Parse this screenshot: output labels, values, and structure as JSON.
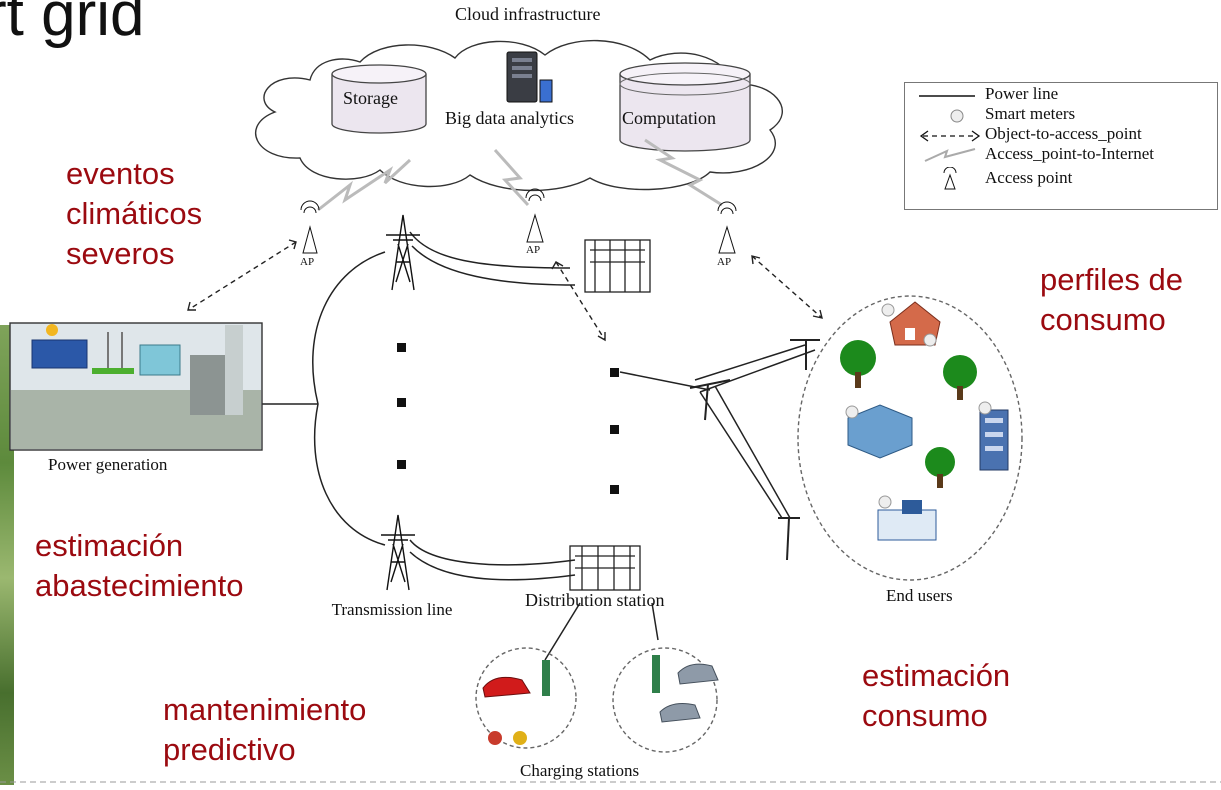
{
  "title_fragment": "rt grid",
  "cloud": {
    "title": "Cloud infrastructure",
    "storage": "Storage",
    "analytics": "Big data analytics",
    "computation": "Computation"
  },
  "legend": {
    "items": [
      {
        "symbol": "line",
        "label": "Power line"
      },
      {
        "symbol": "meter",
        "label": "Smart meters"
      },
      {
        "symbol": "dashed-arrow",
        "label": "Object-to-access_point"
      },
      {
        "symbol": "zigzag",
        "label": "Access_point-to-Internet"
      },
      {
        "symbol": "ap",
        "label": "Access point"
      }
    ]
  },
  "ap_label": "AP",
  "nodes": {
    "power_generation": "Power generation",
    "transmission_line": "Transmission line",
    "distribution_station": "Distribution station",
    "end_users": "End users",
    "charging_stations": "Charging stations"
  },
  "annotations": {
    "eventos": "eventos climáticos severos",
    "perfiles": "perfiles de consumo",
    "abastecimiento": "estimación abastecimiento",
    "mantenimiento": "mantenimiento predictivo",
    "consumo": "estimación consumo"
  },
  "colors": {
    "annotation": "#9b0a10",
    "line": "#222222",
    "cloud_fill": "#ffffff",
    "drum_fill": "#ece6ef",
    "tree": "#1c8a1c"
  }
}
